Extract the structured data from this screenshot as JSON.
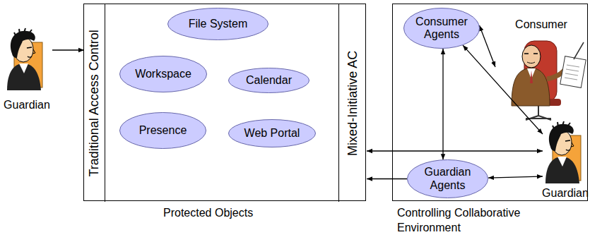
{
  "diagram": {
    "nodes": [
      {
        "text": [
          "Guardian"
        ]
      },
      {
        "text": [
          "Protected Objects"
        ]
      },
      {
        "text": [
          "Traditional Access Control"
        ],
        "in": 1
      },
      {
        "text": [
          "File System"
        ],
        "in": 1
      },
      {
        "text": [
          "Workspace"
        ],
        "in": 1
      },
      {
        "text": [
          "Calendar"
        ],
        "in": 1
      },
      {
        "text": [
          "Presence"
        ],
        "in": 1
      },
      {
        "text": [
          "Web Portal"
        ],
        "in": 1
      },
      {
        "text": [
          "Mixed-Initiative AC"
        ],
        "in": 1
      },
      {
        "text": [
          "Controlling Collaborative Environment"
        ]
      },
      {
        "text": [
          "Consumer Agents"
        ],
        "in": 9
      },
      {
        "text": [
          "Consumer"
        ],
        "in": 9
      },
      {
        "text": [
          "Guardian Agents"
        ],
        "in": 9
      },
      {
        "text": [
          "Guardian"
        ],
        "in": 9
      }
    ],
    "edges": [
      {
        "from": 0,
        "to": 2,
        "arrow": "to"
      },
      {
        "from": 10,
        "to": 11,
        "arrow": "both"
      },
      {
        "from": 10,
        "to": 12,
        "arrow": "both"
      },
      {
        "from": 10,
        "to": 13,
        "arrow": "both"
      },
      {
        "from": 8,
        "to": 13,
        "arrow": "both"
      },
      {
        "from": 12,
        "to": 8,
        "arrow": "to"
      },
      {
        "from": 12,
        "to": 13,
        "arrow": "both"
      }
    ]
  }
}
